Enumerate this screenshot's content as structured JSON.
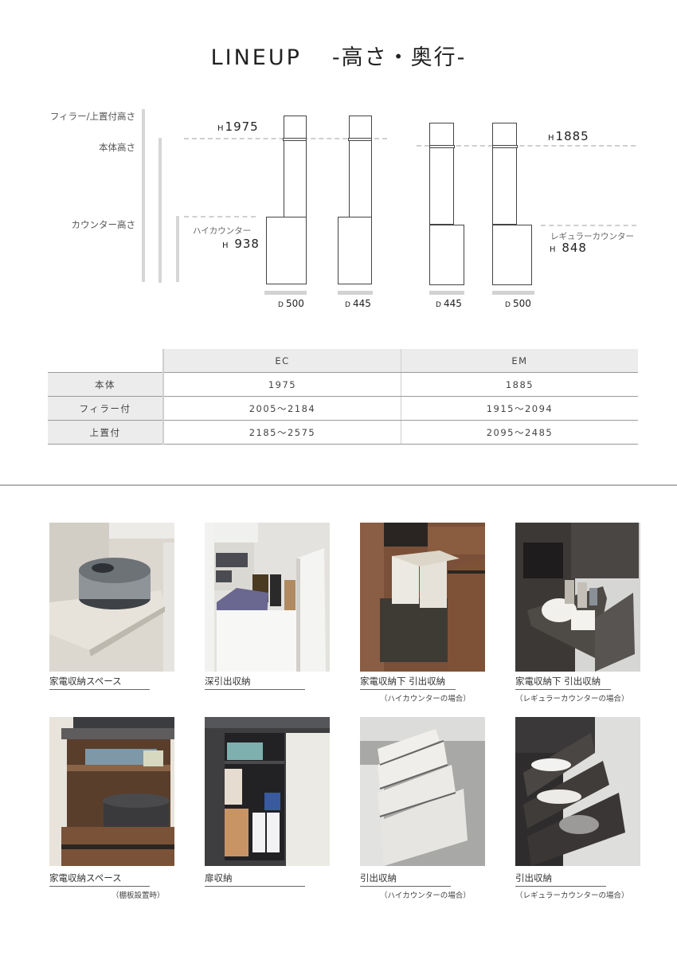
{
  "title": {
    "main": "LINEUP",
    "sub": "-高さ・奥行-"
  },
  "diagram": {
    "legend_labels": {
      "filler_top": "フィラー/上置付高さ",
      "body_height": "本体高さ",
      "counter_height": "カウンター高さ"
    },
    "ec_height": {
      "prefix": "H",
      "value": "1975"
    },
    "em_height": {
      "prefix": "H",
      "value": "1885"
    },
    "high_counter": {
      "label": "ハイカウンター",
      "prefix": "H",
      "value": "938"
    },
    "regular_counter": {
      "label": "レギュラーカウンター",
      "prefix": "H",
      "value": "848"
    },
    "depths": [
      {
        "prefix": "D",
        "value": "500"
      },
      {
        "prefix": "D",
        "value": "445"
      },
      {
        "prefix": "D",
        "value": "445"
      },
      {
        "prefix": "D",
        "value": "500"
      }
    ]
  },
  "table": {
    "columns": [
      "EC",
      "EM"
    ],
    "rows": [
      {
        "label": "本体",
        "ec": "1975",
        "em": "1885"
      },
      {
        "label": "フィラー付",
        "ec": "2005～2184",
        "em": "1915～2094"
      },
      {
        "label": "上置付",
        "ec": "2185～2575",
        "em": "2095～2485"
      }
    ]
  },
  "photos": [
    {
      "caption": "家電収納スペース",
      "note": ""
    },
    {
      "caption": "深引出収納",
      "note": ""
    },
    {
      "caption": "家電収納下 引出収納",
      "note": "（ハイカウンターの場合）"
    },
    {
      "caption": "家電収納下 引出収納",
      "note": "（レギュラーカウンターの場合）"
    },
    {
      "caption": "家電収納スペース",
      "note": "（棚板設置時）"
    },
    {
      "caption": "扉収納",
      "note": ""
    },
    {
      "caption": "引出収納",
      "note": "（ハイカウンターの場合）"
    },
    {
      "caption": "引出収納",
      "note": "（レギュラーカウンターの場合）"
    }
  ],
  "colors": {
    "guide_gray": "#d6d6d6",
    "table_header_bg": "#ececec",
    "line_dark": "#444444"
  }
}
